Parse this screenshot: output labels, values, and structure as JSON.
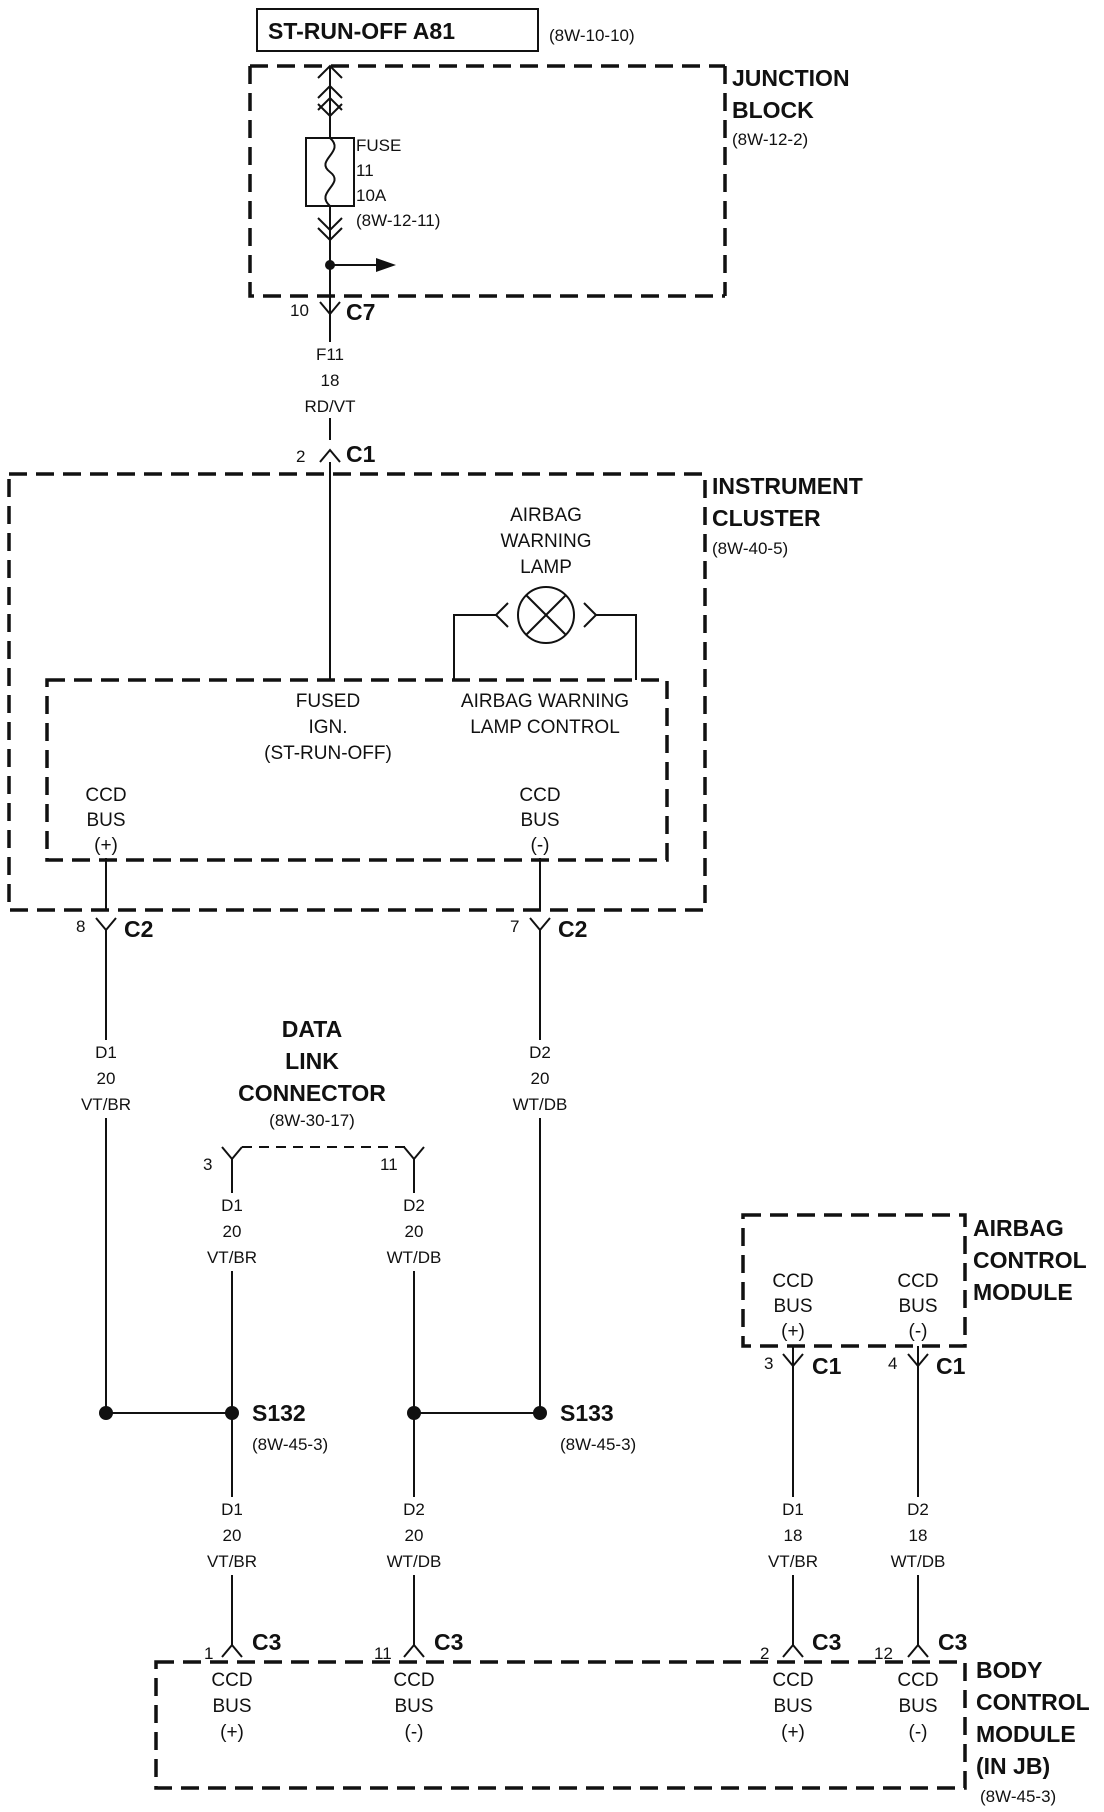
{
  "source": {
    "title": "ST-RUN-OFF A81",
    "ref": "(8W-10-10)"
  },
  "junction_block": {
    "name": [
      "JUNCTION",
      "BLOCK"
    ],
    "ref": "(8W-12-2)",
    "fuse": [
      "FUSE",
      "11",
      "10A",
      "(8W-12-11)"
    ],
    "connector": {
      "pin": "10",
      "name": "C7"
    }
  },
  "wire_f11": [
    "F11",
    "18",
    "RD/VT"
  ],
  "instrument_cluster": {
    "name": [
      "INSTRUMENT",
      "CLUSTER"
    ],
    "ref": "(8W-40-5)",
    "input_connector": {
      "pin": "2",
      "name": "C1"
    },
    "lamp_label": [
      "AIRBAG",
      "WARNING",
      "LAMP"
    ],
    "fused_ign": [
      "FUSED",
      "IGN.",
      "(ST-RUN-OFF)"
    ],
    "lamp_control": [
      "AIRBAG WARNING",
      "LAMP CONTROL"
    ],
    "ccd_pos": [
      "CCD",
      "BUS",
      "(+)"
    ],
    "ccd_neg": [
      "CCD",
      "BUS",
      "(-)"
    ],
    "conn_pos": {
      "pin": "8",
      "name": "C2"
    },
    "conn_neg": {
      "pin": "7",
      "name": "C2"
    }
  },
  "wire_d1_cluster": [
    "D1",
    "20",
    "VT/BR"
  ],
  "wire_d2_cluster": [
    "D2",
    "20",
    "WT/DB"
  ],
  "data_link_connector": {
    "name": [
      "DATA",
      "LINK",
      "CONNECTOR"
    ],
    "ref": "(8W-30-17)",
    "pin_pos": "3",
    "pin_neg": "11",
    "wire_d1": [
      "D1",
      "20",
      "VT/BR"
    ],
    "wire_d2": [
      "D2",
      "20",
      "WT/DB"
    ]
  },
  "splices": {
    "s132": {
      "name": "S132",
      "ref": "(8W-45-3)"
    },
    "s133": {
      "name": "S133",
      "ref": "(8W-45-3)"
    }
  },
  "wire_d1_bcm": [
    "D1",
    "20",
    "VT/BR"
  ],
  "wire_d2_bcm": [
    "D2",
    "20",
    "WT/DB"
  ],
  "airbag_control_module": {
    "name": [
      "AIRBAG",
      "CONTROL",
      "MODULE"
    ],
    "ccd_pos": [
      "CCD",
      "BUS",
      "(+)"
    ],
    "ccd_neg": [
      "CCD",
      "BUS",
      "(-)"
    ],
    "conn_pos": {
      "pin": "3",
      "name": "C1"
    },
    "conn_neg": {
      "pin": "4",
      "name": "C1"
    },
    "wire_d1": [
      "D1",
      "18",
      "VT/BR"
    ],
    "wire_d2": [
      "D2",
      "18",
      "WT/DB"
    ]
  },
  "body_control_module": {
    "name": [
      "BODY",
      "CONTROL",
      "MODULE",
      "(IN JB)"
    ],
    "ref": "(8W-45-3)",
    "connectors": [
      {
        "pin": "1",
        "name": "C3",
        "bus": [
          "CCD",
          "BUS",
          "(+)"
        ]
      },
      {
        "pin": "11",
        "name": "C3",
        "bus": [
          "CCD",
          "BUS",
          "(-)"
        ]
      },
      {
        "pin": "2",
        "name": "C3",
        "bus": [
          "CCD",
          "BUS",
          "(+)"
        ]
      },
      {
        "pin": "12",
        "name": "C3",
        "bus": [
          "CCD",
          "BUS",
          "(-)"
        ]
      }
    ]
  }
}
